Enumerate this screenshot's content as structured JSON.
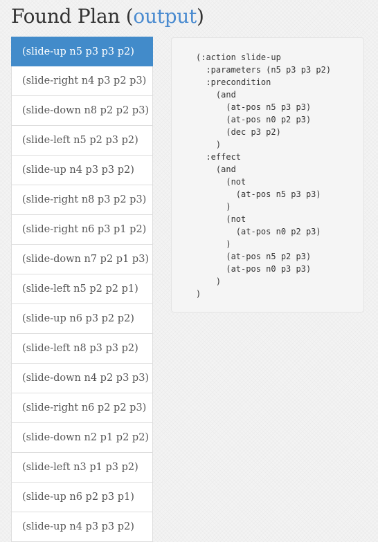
{
  "header": {
    "title": "Found Plan (",
    "link_label": "output",
    "title_close": ")"
  },
  "plan": {
    "active_index": 0,
    "steps": [
      "(slide-up n5 p3 p3 p2)",
      "(slide-right n4 p3 p2 p3)",
      "(slide-down n8 p2 p2 p3)",
      "(slide-left n5 p2 p3 p2)",
      "(slide-up n4 p3 p3 p2)",
      "(slide-right n8 p3 p2 p3)",
      "(slide-right n6 p3 p1 p2)",
      "(slide-down n7 p2 p1 p3)",
      "(slide-left n5 p2 p2 p1)",
      "(slide-up n6 p3 p2 p2)",
      "(slide-left n8 p3 p3 p2)",
      "(slide-down n4 p2 p3 p3)",
      "(slide-right n6 p2 p2 p3)",
      "(slide-down n2 p1 p2 p2)",
      "(slide-left n3 p1 p3 p2)",
      "(slide-up n6 p2 p3 p1)",
      "(slide-up n4 p3 p3 p2)"
    ]
  },
  "action_detail": {
    "code": "(:action slide-up\n  :parameters (n5 p3 p3 p2)\n  :precondition\n    (and\n      (at-pos n5 p3 p3)\n      (at-pos n0 p2 p3)\n      (dec p3 p2)\n    )\n  :effect\n    (and\n      (not\n        (at-pos n5 p3 p3)\n      )\n      (not\n        (at-pos n0 p2 p3)\n      )\n      (at-pos n5 p2 p3)\n      (at-pos n0 p3 p3)\n    )\n)"
  }
}
